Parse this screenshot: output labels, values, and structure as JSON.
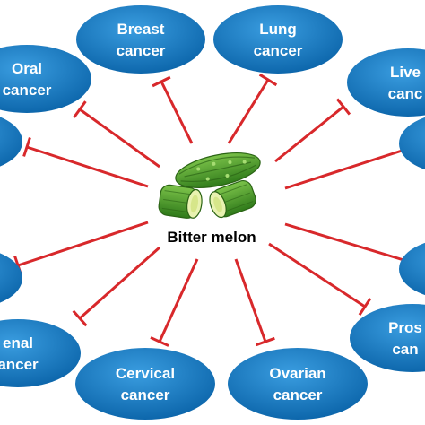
{
  "center": {
    "label": "Bitter melon",
    "image": "bitter-melon-illustration"
  },
  "colors": {
    "node_fill": "#0a6fb8",
    "node_fill_light": "#2a93d8",
    "node_text": "#ffffff",
    "inhibitor_line": "#d8282b",
    "melon_green": "#4f9a2c"
  },
  "relation": "inhibition",
  "nodes": [
    {
      "id": "breast",
      "line1": "Breast",
      "line2": "cancer"
    },
    {
      "id": "lung",
      "line1": "Lung",
      "line2": "cancer"
    },
    {
      "id": "liver",
      "line1": "Live",
      "line2": "canc"
    },
    {
      "id": "right-upper",
      "line1": "",
      "line2": ""
    },
    {
      "id": "right-lower",
      "line1": "",
      "line2": ""
    },
    {
      "id": "prostate",
      "line1": "Pros",
      "line2": "can"
    },
    {
      "id": "ovarian",
      "line1": "Ovarian",
      "line2": "cancer"
    },
    {
      "id": "cervical",
      "line1": "Cervical",
      "line2": "cancer"
    },
    {
      "id": "renal",
      "line1": "enal",
      "line2": "ancer"
    },
    {
      "id": "left-lower",
      "line1": "",
      "line2": ""
    },
    {
      "id": "left-upper",
      "line1": "",
      "line2": ""
    },
    {
      "id": "oral",
      "line1": "Oral",
      "line2": "cancer"
    }
  ]
}
